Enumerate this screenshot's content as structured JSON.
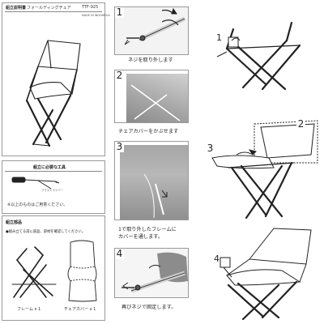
{
  "header": {
    "title": "組立説明書",
    "subtitle": "フォールディングチェア",
    "model": "TTF-925",
    "origin": "MADE IN INDONESIA"
  },
  "tools_section": {
    "title": "組立に必要な工具",
    "tool_label": "プラスドライバー",
    "note": "※以上のものはご用意ください。"
  },
  "parts_section": {
    "title": "組立部品",
    "note": "●組み立てる前に部品、部材を確認してください。",
    "parts": [
      "フレーム x 1",
      "チェアカバー x 1"
    ]
  },
  "steps": [
    {
      "number": "1",
      "caption": "ネジを取り外します"
    },
    {
      "number": "2",
      "caption": "チェアカバーをかぶせます"
    },
    {
      "number": "3",
      "caption_line1": "1で取り外したフレームに",
      "caption_line2": "カバーを通します。"
    },
    {
      "number": "4",
      "caption": "再びネジで固定します。"
    }
  ],
  "diagram_labels": [
    "1",
    "2",
    "3",
    "4"
  ]
}
